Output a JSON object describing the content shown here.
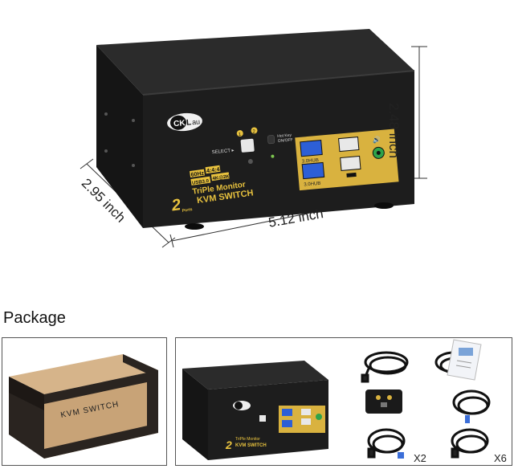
{
  "product": {
    "brand": "CKLau",
    "brand_parts": [
      "CK",
      "L",
      "au"
    ],
    "model_line1": "60Hz 4:4:4",
    "model_line2": "USB3.0 4K@2K",
    "model_line3": "TriPle Monitor",
    "model_line4": "KVM SWITCH",
    "ports_label": "2 Ports",
    "select_label": "SELECT",
    "btn1_label": "1",
    "btn2_label": "2",
    "hotkey_label": "Hot Key\nON/OFF",
    "usb_hub_label_top": "3.0HUB",
    "usb_hub_label_bottom": "3.0HUB"
  },
  "dimensions": {
    "height": "2.48 inch",
    "depth": "2.95 inch",
    "width": "5.12 inch"
  },
  "package": {
    "title": "Package",
    "box_label": "KVM SWITCH",
    "count_a": "X2",
    "count_b": "X6"
  },
  "colors": {
    "device_body": "#1c1c1c",
    "device_top": "#2a2a2a",
    "gold_panel": "#d9b23f",
    "usb_blue": "#2d5fd6",
    "cardboard": "#c8a377",
    "background": "#ffffff"
  }
}
